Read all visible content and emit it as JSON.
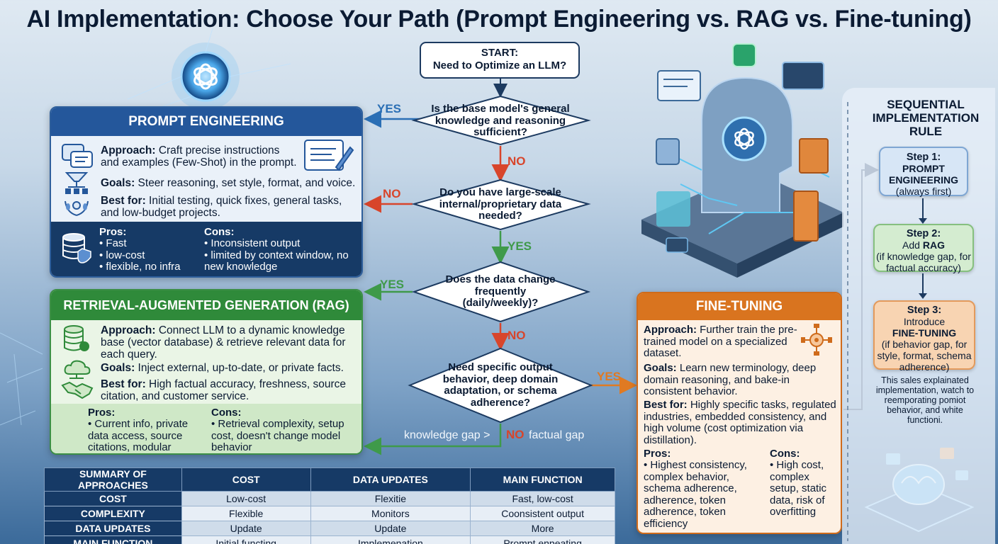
{
  "title": "AI Implementation: Choose Your Path (Prompt Engineering vs. RAG vs. Fine-tuning)",
  "flow": {
    "start": "START:\nNeed to Optimize an LLM?",
    "q1": "Is the base model's general knowledge and reasoning sufficient?",
    "q2": "Do you have large-scale internal/proprietary data needed?",
    "q3": "Does the data change frequently (daily/weekly)?",
    "q4": "Need specific output behavior, deep domain adaptation, or schema adherence?",
    "yes1": "YES",
    "no1": "NO",
    "no2": "NO",
    "yes2": "YES",
    "yes3": "YES",
    "no3": "NO",
    "yes4": "YES",
    "kg_label": "knowledge gap >",
    "no4": "NO",
    "fg_label": "factual gap"
  },
  "prompt_engineering": {
    "title": "PROMPT ENGINEERING",
    "approach_label": "Approach:",
    "approach": "Craft precise instructions and examples (Few-Shot) in the prompt.",
    "goals_label": "Goals:",
    "goals": "Steer reasoning, set style, format, and voice.",
    "best_label": "Best for:",
    "best": "Initial testing, quick fixes, general tasks, and low-budget projects.",
    "pros_label": "Pros:",
    "pros": [
      "Fast",
      "low-cost",
      "flexible, no infra"
    ],
    "cons_label": "Cons:",
    "cons": [
      "Inconsistent output",
      "limited by context window, no new knowledge"
    ]
  },
  "rag": {
    "title": "RETRIEVAL-AUGMENTED GENERATION (RAG)",
    "approach_label": "Approach:",
    "approach": "Connect LLM to a dynamic knowledge base (vector database) & retrieve relevant data for each query.",
    "goals_label": "Goals:",
    "goals": "Inject external, up-to-date, or private facts.",
    "best_label": "Best for:",
    "best": "High factual accuracy, freshness, source citation, and customer service.",
    "pros_label": "Pros:",
    "pros": [
      "Current info, private data access, source citations, modular"
    ],
    "cons_label": "Cons:",
    "cons": [
      "Retrieval complexity, setup cost, doesn't change model behavior"
    ]
  },
  "fine_tuning": {
    "title": "FINE-TUNING",
    "approach_label": "Approach:",
    "approach": "Further train the pre-trained model on a specialized dataset.",
    "goals_label": "Goals:",
    "goals": "Learn new terminology, deep domain reasoning, and bake-in consistent behavior.",
    "best_label": "Best for:",
    "best": "Highly specific tasks, regulated industries, embedded consistency, and high volume (cost optimization via distillation).",
    "pros_label": "Pros:",
    "pros": [
      "Highest consistency, complex behavior, schema adherence, adherence, token adherence, token efficiency"
    ],
    "cons_label": "Cons:",
    "cons": [
      "High cost, complex setup, static data, risk of overfitting"
    ]
  },
  "sequential": {
    "title": "SEQUENTIAL IMPLEMENTATION RULE",
    "step1_num": "Step 1:",
    "step1_name": "PROMPT ENGINEERING",
    "step1_note": "(always first)",
    "step2_num": "Step 2:",
    "step2_prefix": "Add",
    "step2_name": "RAG",
    "step2_note": "(if knowledge gap, for factual accuracy)",
    "step3_num": "Step 3:",
    "step3_prefix": "Introduce",
    "step3_name": "FINE-TUNING",
    "step3_note": "(if behavior gap, for style, format, schema adherence)",
    "footnote": "This sales explainated implementation, watch to reemporating pomiot behavior, and white functioni."
  },
  "summary": {
    "headers": [
      "SUMMARY OF APPROACHES",
      "COST",
      "DATA UPDATES",
      "MAIN FUNCTION"
    ],
    "rows": [
      [
        "COST",
        "Low-cost",
        "Flexitie",
        "Fast, low-cost"
      ],
      [
        "COMPLEXITY",
        "Flexible",
        "Monitors",
        "Coonsistent output"
      ],
      [
        "DATA UPDATES",
        "Update",
        "Update",
        "More"
      ],
      [
        "MAIN FUNCTION",
        "Initial functing",
        "Implemenation",
        "Prompt enpeating"
      ]
    ]
  },
  "colors": {
    "pe": "#24579b",
    "rag": "#2f8a3a",
    "ft": "#d9741f",
    "yes": "#2b6fb5",
    "no": "#d8452b",
    "yes_green": "#3f9a4a"
  },
  "icons": [
    "openai-logo-icon",
    "chat-bubbles-icon",
    "prompt-editor-icon",
    "funnel-hierarchy-icon",
    "laurel-icon",
    "database-shield-icon",
    "database-icon",
    "cloud-network-icon",
    "handshake-icon",
    "gear-network-icon",
    "ai-head-illustration-icon",
    "brain-chip-illustration-icon"
  ]
}
